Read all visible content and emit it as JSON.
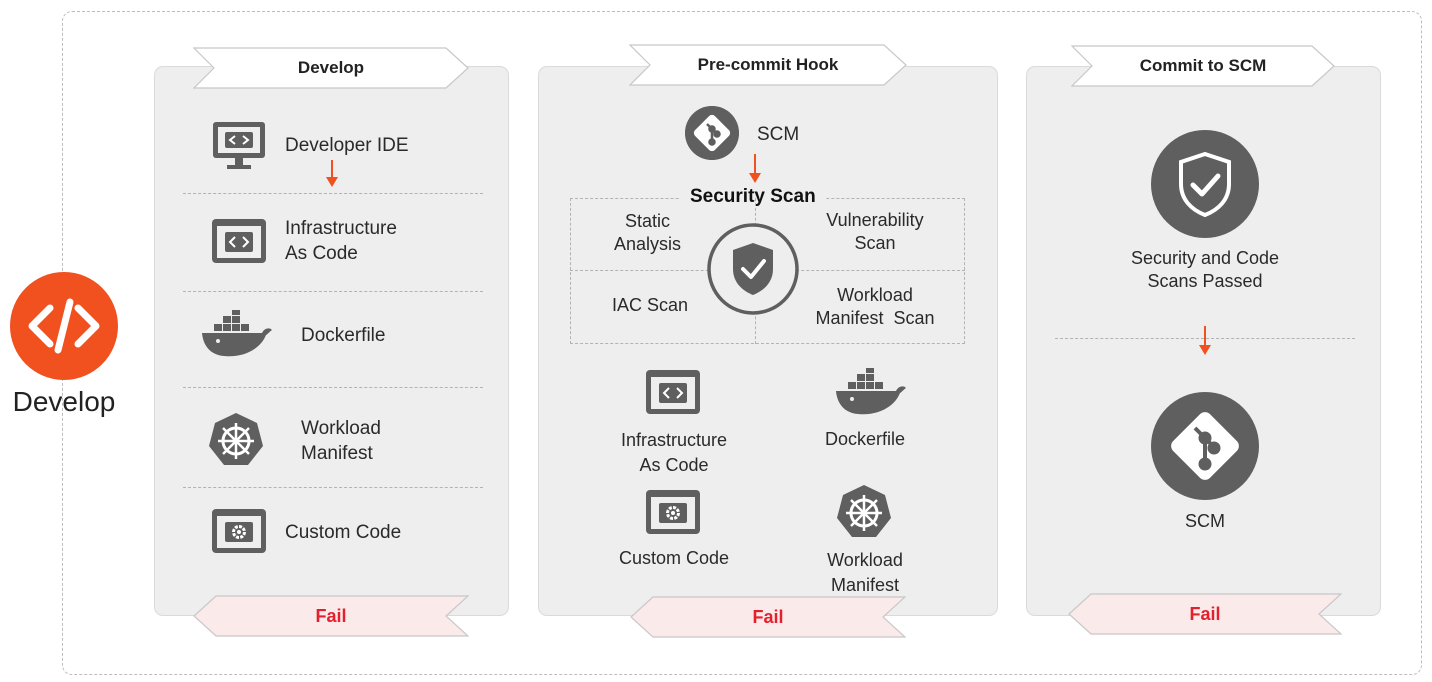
{
  "left_badge": {
    "label": "Develop",
    "icon": "code-icon",
    "color": "#f0511f"
  },
  "develop": {
    "header": "Develop",
    "items": [
      {
        "label": "Developer IDE",
        "icon": "monitor-code-icon"
      },
      {
        "label": "Infrastructure\nAs Code",
        "icon": "window-code-icon"
      },
      {
        "label": "Dockerfile",
        "icon": "docker-whale-icon"
      },
      {
        "label": "Workload\nManifest",
        "icon": "kubernetes-helm-icon"
      },
      {
        "label": "Custom Code",
        "icon": "window-gear-icon"
      }
    ],
    "fail": "Fail"
  },
  "precommit": {
    "header": "Pre-commit Hook",
    "scm_label": "SCM",
    "scan_title": "Security Scan",
    "scan_items": {
      "static": "Static\nAnalysis",
      "vuln": "Vulnerability\nScan",
      "iac": "IAC Scan",
      "workload": "Workload\nManifest  Scan"
    },
    "artifacts": {
      "iac": "Infrastructure\nAs Code",
      "docker": "Dockerfile",
      "custom": "Custom Code",
      "workload": "Workload\nManifest"
    },
    "fail": "Fail"
  },
  "commit": {
    "header": "Commit to SCM",
    "passed": "Security and Code\nScans Passed",
    "scm_label": "SCM",
    "fail": "Fail"
  },
  "colors": {
    "accent": "#f0511f",
    "icon_gray": "#5f5f5f",
    "fail_red": "#e5202e",
    "fail_bg": "#fbeaea"
  }
}
